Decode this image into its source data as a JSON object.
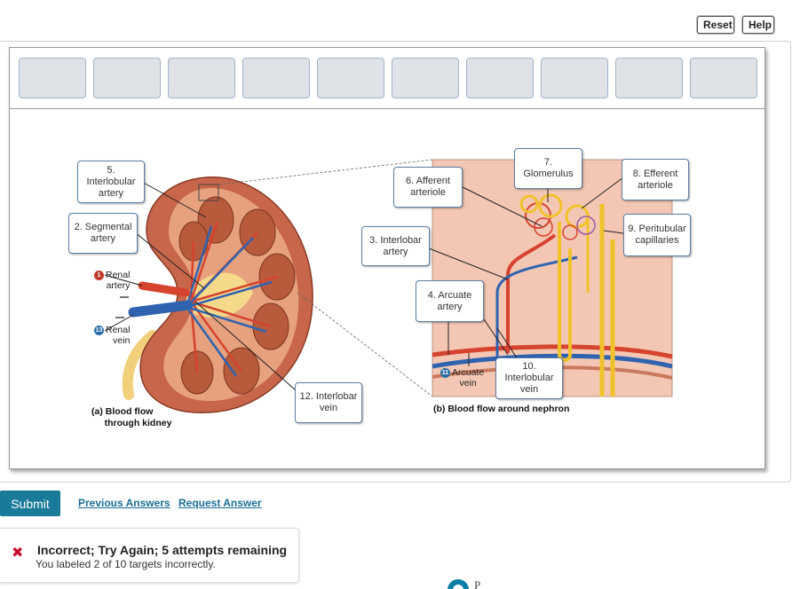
{
  "toolbar": {
    "reset_label": "Reset",
    "help_label": "Help"
  },
  "label_bank": {
    "slot_count": 10
  },
  "diagram": {
    "labels": {
      "interlobular_artery": "5.\nInterlobular\nartery",
      "segmental_artery": "2. Segmental\nartery",
      "afferent_arteriole": "6. Afferent\narteriole",
      "glomerulus": "7.\nGlomerulus",
      "efferent_arteriole": "8. Efferent\narteriole",
      "peritubular_capillaries": "9. Peritubular\ncapillaries",
      "interlobar_artery": "3. Interlobar\nartery",
      "arcuate_artery": "4. Arcuate\nartery",
      "interlobular_vein": "10.\nInterlobular\nvein",
      "interlobar_vein": "12. Interlobar\nvein"
    },
    "fixed_labels": {
      "renal_artery_num": "1",
      "renal_artery": "Renal\nartery",
      "renal_vein_num": "13",
      "renal_vein": "Renal\nvein",
      "arcuate_vein_num": "11",
      "arcuate_vein": "Arcuate\nvein"
    },
    "captions": {
      "kidney": "(a) Blood flow\n     through kidney",
      "nephron": "(b) Blood flow around nephron"
    },
    "colors": {
      "artery": "#d6432e",
      "vein": "#2f63b0",
      "kidney_tissue": "#c7664a",
      "nephron_bg": "#f3c7b3",
      "tubule": "#f0c22a"
    }
  },
  "actions": {
    "submit_label": "Submit",
    "previous_answers": "Previous Answers",
    "request_answer": "Request Answer"
  },
  "feedback": {
    "title": "Incorrect; Try Again; 5 attempts remaining",
    "message": "You labeled 2 of 10 targets incorrectly."
  },
  "brand": {
    "logo_letter": "P"
  }
}
